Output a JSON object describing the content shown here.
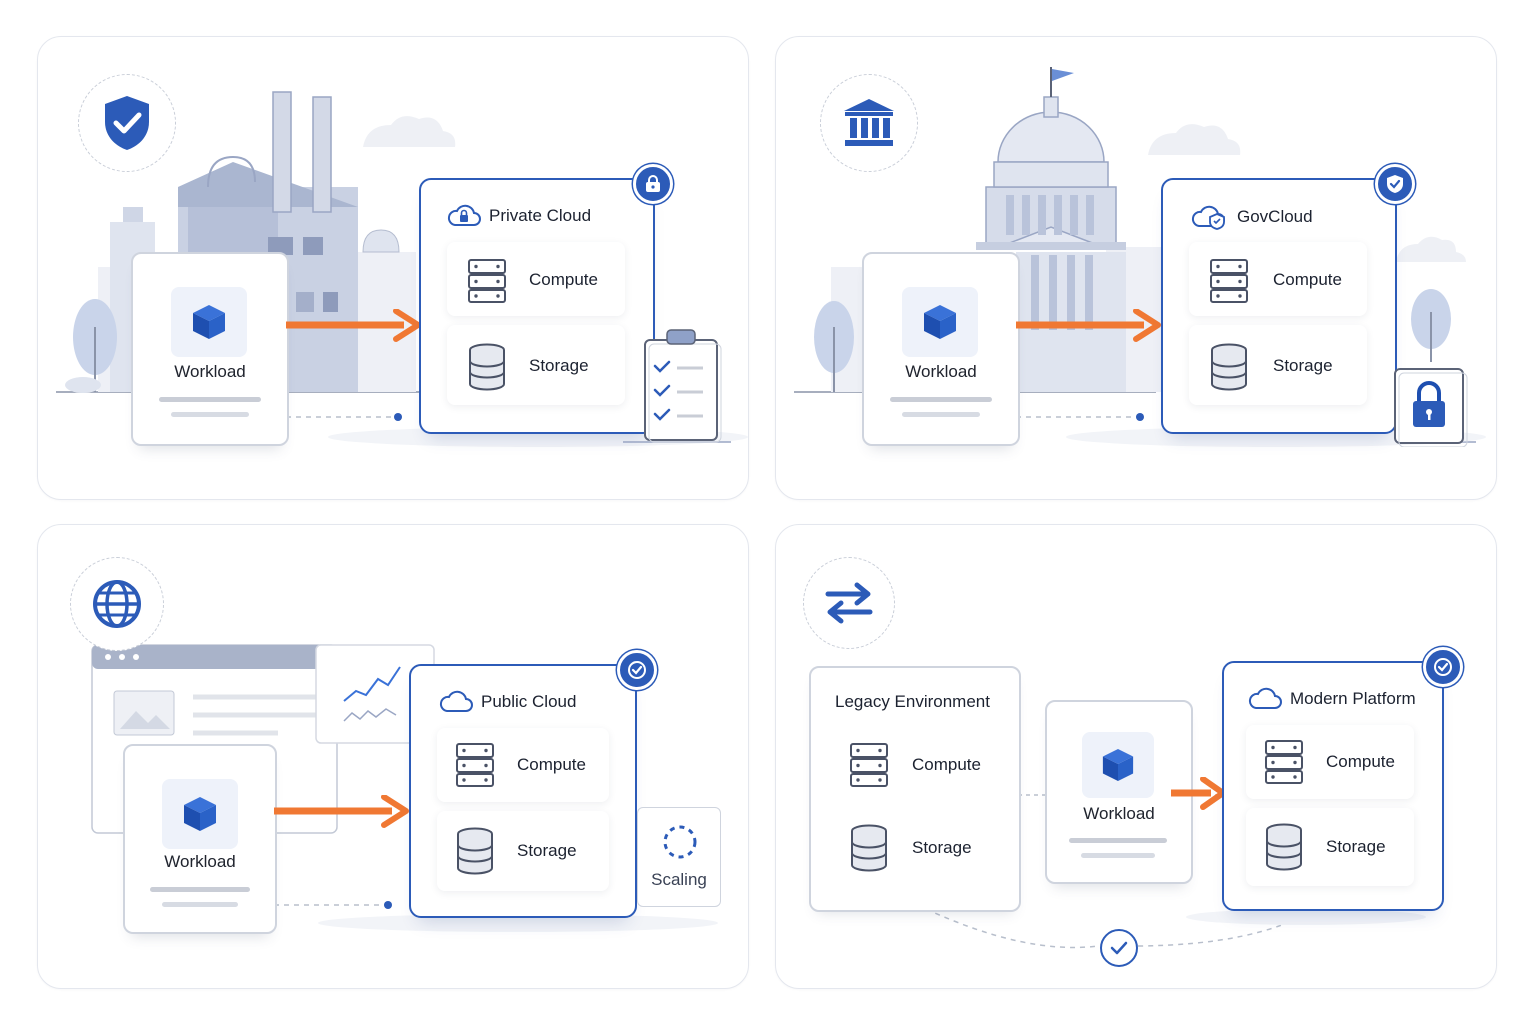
{
  "panels": {
    "private": {
      "workload_label": "Workload",
      "cloud_title": "Private Cloud",
      "compute_label": "Compute",
      "storage_label": "Storage",
      "badge_icon": "shield-check-icon",
      "corner_icon": "lock-icon",
      "side_icon": "clipboard-checklist-icon"
    },
    "gov": {
      "workload_label": "Workload",
      "cloud_title": "GovCloud",
      "compute_label": "Compute",
      "storage_label": "Storage",
      "badge_icon": "government-building-icon",
      "corner_icon": "shield-check-icon",
      "side_icon": "padlock-icon"
    },
    "public": {
      "workload_label": "Workload",
      "cloud_title": "Public Cloud",
      "compute_label": "Compute",
      "storage_label": "Storage",
      "scaling_label": "Scaling",
      "badge_icon": "globe-icon",
      "corner_icon": "check-badge-icon"
    },
    "modern": {
      "legacy_title": "Legacy Environment",
      "legacy_compute": "Compute",
      "legacy_storage": "Storage",
      "workload_label": "Workload",
      "platform_title": "Modern Platform",
      "compute_label": "Compute",
      "storage_label": "Storage",
      "badge_icon": "swap-arrows-icon",
      "corner_icon": "check-badge-icon"
    }
  },
  "colors": {
    "brand_blue": "#2c5bb8",
    "arrow_orange": "#f07833",
    "illustration_gray": "#9aa6c4"
  }
}
